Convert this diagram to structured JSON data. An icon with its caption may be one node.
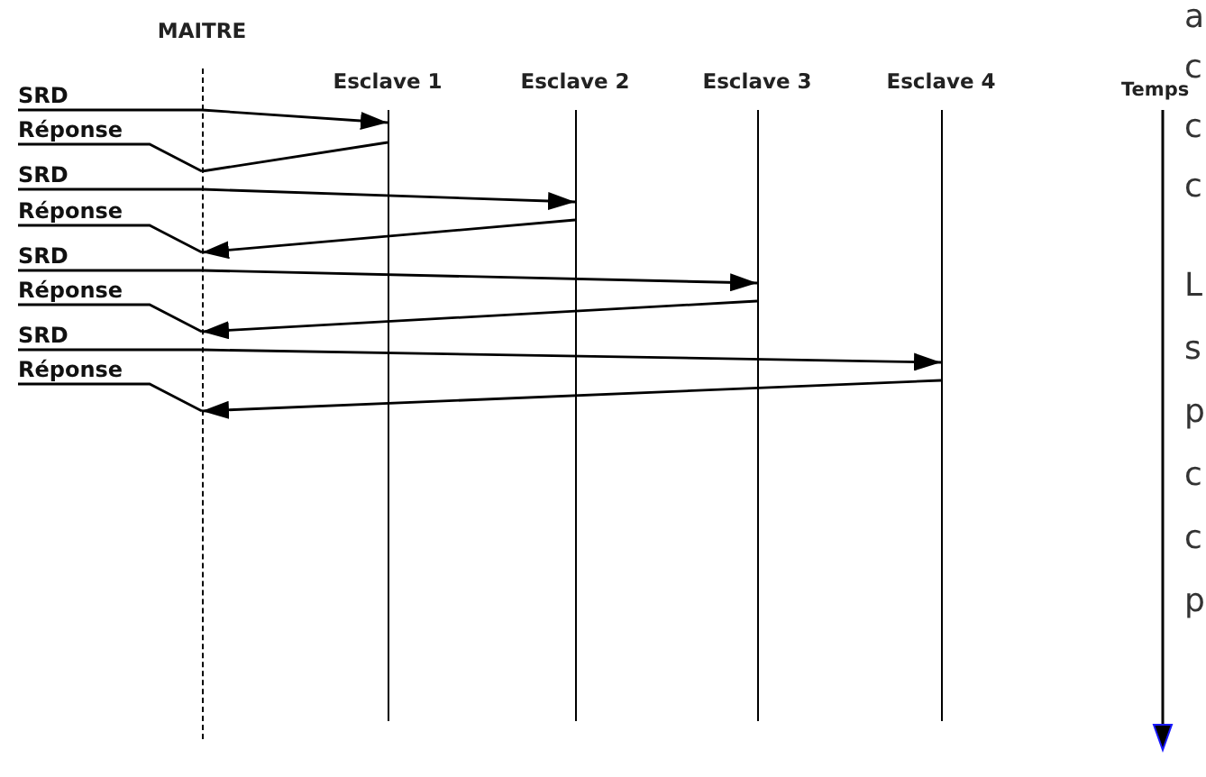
{
  "diagram": {
    "nodes": [
      {
        "text": [
          "MAITRE"
        ]
      },
      {
        "text": [
          "Esclave 1"
        ]
      },
      {
        "text": [
          "Esclave 2"
        ]
      },
      {
        "text": [
          "Esclave 3"
        ]
      },
      {
        "text": [
          "Esclave 4"
        ]
      },
      {
        "text": [
          "SRD"
        ]
      },
      {
        "text": [
          "Réponse"
        ]
      },
      {
        "text": [
          "SRD"
        ]
      },
      {
        "text": [
          "Réponse"
        ]
      },
      {
        "text": [
          "SRD"
        ]
      },
      {
        "text": [
          "Réponse"
        ]
      },
      {
        "text": [
          "SRD"
        ]
      },
      {
        "text": [
          "Réponse"
        ]
      }
    ],
    "edges": [
      {
        "from": 5,
        "to": 1,
        "arrow": "to"
      },
      {
        "from": 1,
        "to": 6,
        "arrow": "none"
      },
      {
        "from": 7,
        "to": 2,
        "arrow": "to"
      },
      {
        "from": 2,
        "to": 8,
        "arrow": "to"
      },
      {
        "from": 9,
        "to": 3,
        "arrow": "to"
      },
      {
        "from": 3,
        "to": 10,
        "arrow": "to"
      },
      {
        "from": 11,
        "to": 4,
        "arrow": "to"
      },
      {
        "from": 4,
        "to": 12,
        "arrow": "to"
      }
    ],
    "labels": [
      "Temps",
      "a",
      "c",
      "c",
      "c",
      "L",
      "s",
      "p",
      "c",
      "c",
      "p"
    ]
  }
}
